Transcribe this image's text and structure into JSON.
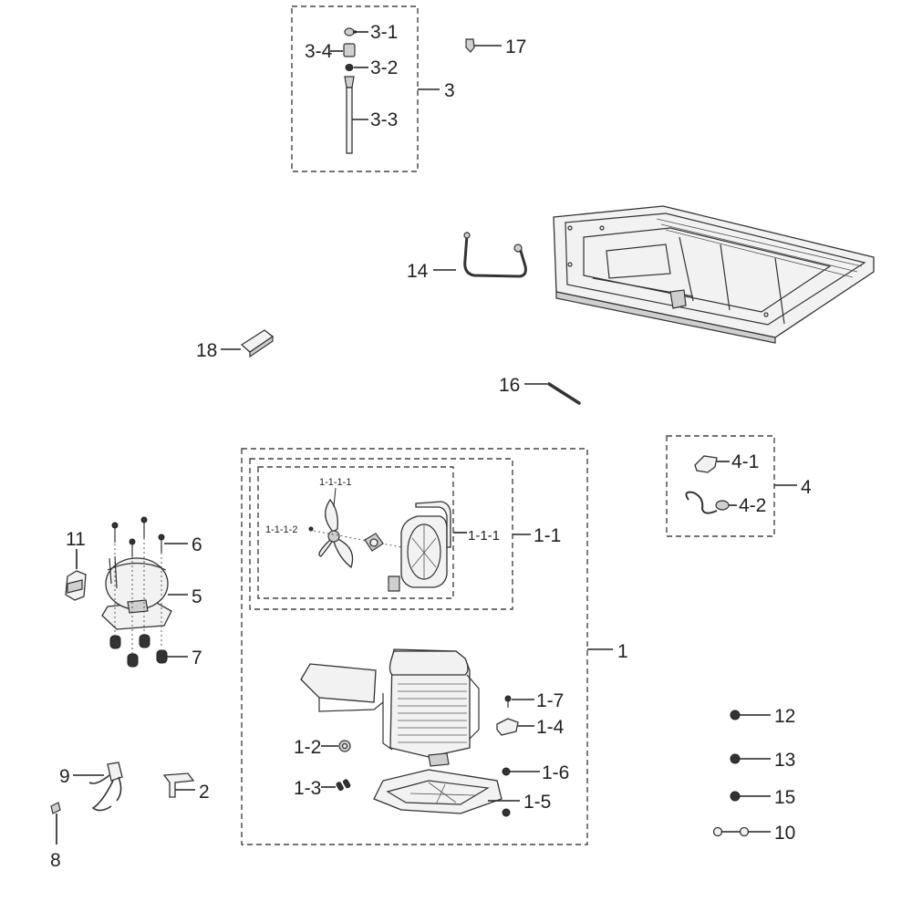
{
  "callouts": {
    "c1": "1",
    "c1_1": "1-1",
    "c1_1_1": "1-1-1",
    "c1_1_1_1": "1-1-1-1",
    "c1_1_1_2": "1-1-1-2",
    "c1_2": "1-2",
    "c1_3": "1-3",
    "c1_4": "1-4",
    "c1_5": "1-5",
    "c1_6": "1-6",
    "c1_7": "1-7",
    "c2": "2",
    "c3": "3",
    "c3_1": "3-1",
    "c3_2": "3-2",
    "c3_3": "3-3",
    "c3_4": "3-4",
    "c4": "4",
    "c4_1": "4-1",
    "c4_2": "4-2",
    "c5": "5",
    "c6": "6",
    "c7": "7",
    "c8": "8",
    "c9": "9",
    "c10": "10",
    "c11": "11",
    "c12": "12",
    "c13": "13",
    "c14": "14",
    "c15": "15",
    "c16": "16",
    "c17": "17",
    "c18": "18"
  }
}
